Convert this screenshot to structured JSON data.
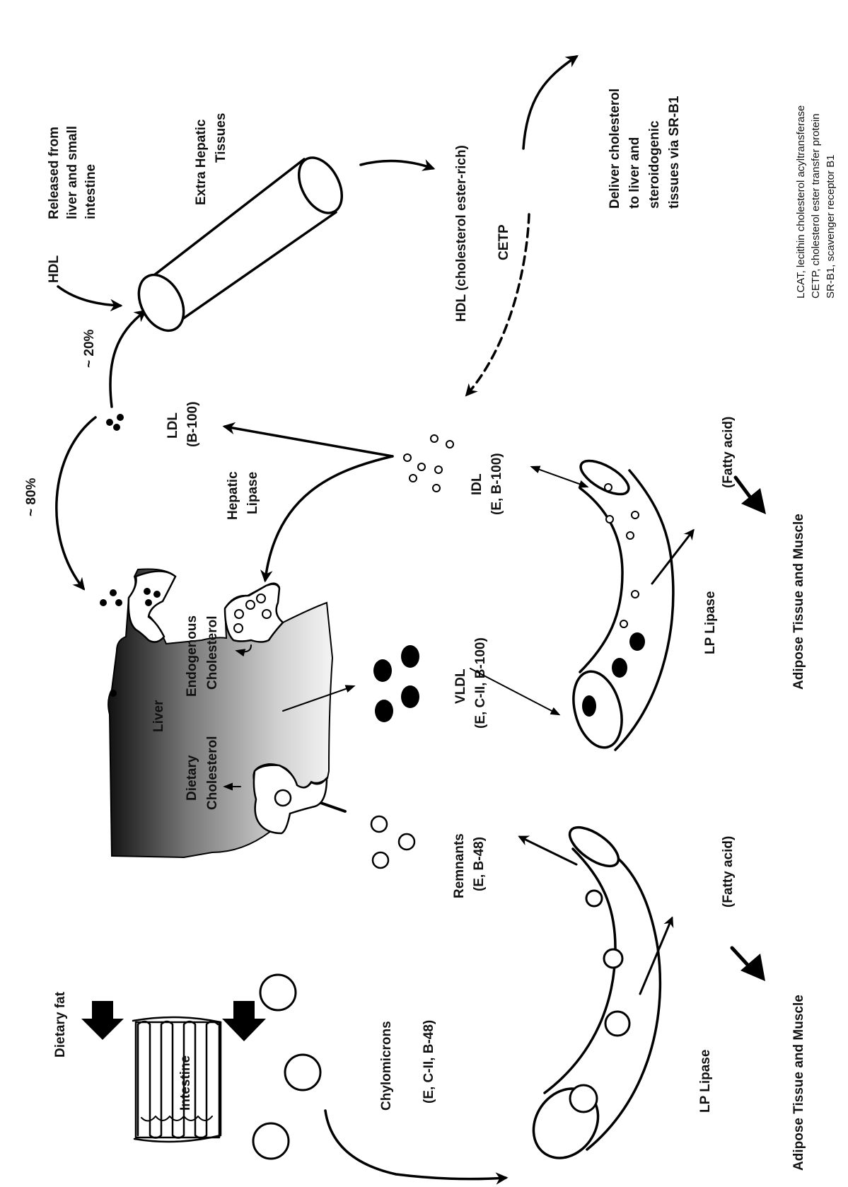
{
  "labels": {
    "dietary_fat": "Dietary fat",
    "intestine": "Intestine",
    "chylomicrons": "Chylomicrons",
    "chylomicrons_apo": "(E, C-II, B-48)",
    "lp_lipase": "LP Lipase",
    "adipose": "Adipose Tissue and Muscle",
    "fatty_acid": "(Fatty acid)",
    "remnants": "Remnants",
    "remnants_apo": "(E, B-48)",
    "dietary_cholesterol_1": "Dietary",
    "dietary_cholesterol_2": "Cholesterol",
    "liver": "Liver",
    "endogenous_1": "Endogenous",
    "endogenous_2": "Cholesterol",
    "vldl": "VLDL",
    "vldl_apo": "(E, C-II, B-100)",
    "idl": "IDL",
    "idl_apo": "(E, B-100)",
    "hepatic_lipase_1": "Hepatic",
    "hepatic_lipase_2": "Lipase",
    "ldl": "LDL",
    "ldl_apo": "(B-100)",
    "pct_80": "~ 80%",
    "pct_20": "~ 20%",
    "hdl": "HDL",
    "released_1": "Released from",
    "released_2": "liver and small",
    "released_3": "intestine",
    "extra_hepatic_1": "Extra Hepatic",
    "extra_hepatic_2": "Tissues",
    "hdl_rich": "HDL (cholesterol ester-rich)",
    "cetp": "CETP",
    "deliver_1": "Deliver cholesterol",
    "deliver_2": "to liver and",
    "deliver_3": "steroidogenic",
    "deliver_4": "tissues via SR-B1"
  },
  "legend": [
    "LCAT, lecithin cholesterol acyltransferase",
    "CETP, cholesterol ester transfer protein",
    "SR-B1, scavenger receptor B1"
  ]
}
